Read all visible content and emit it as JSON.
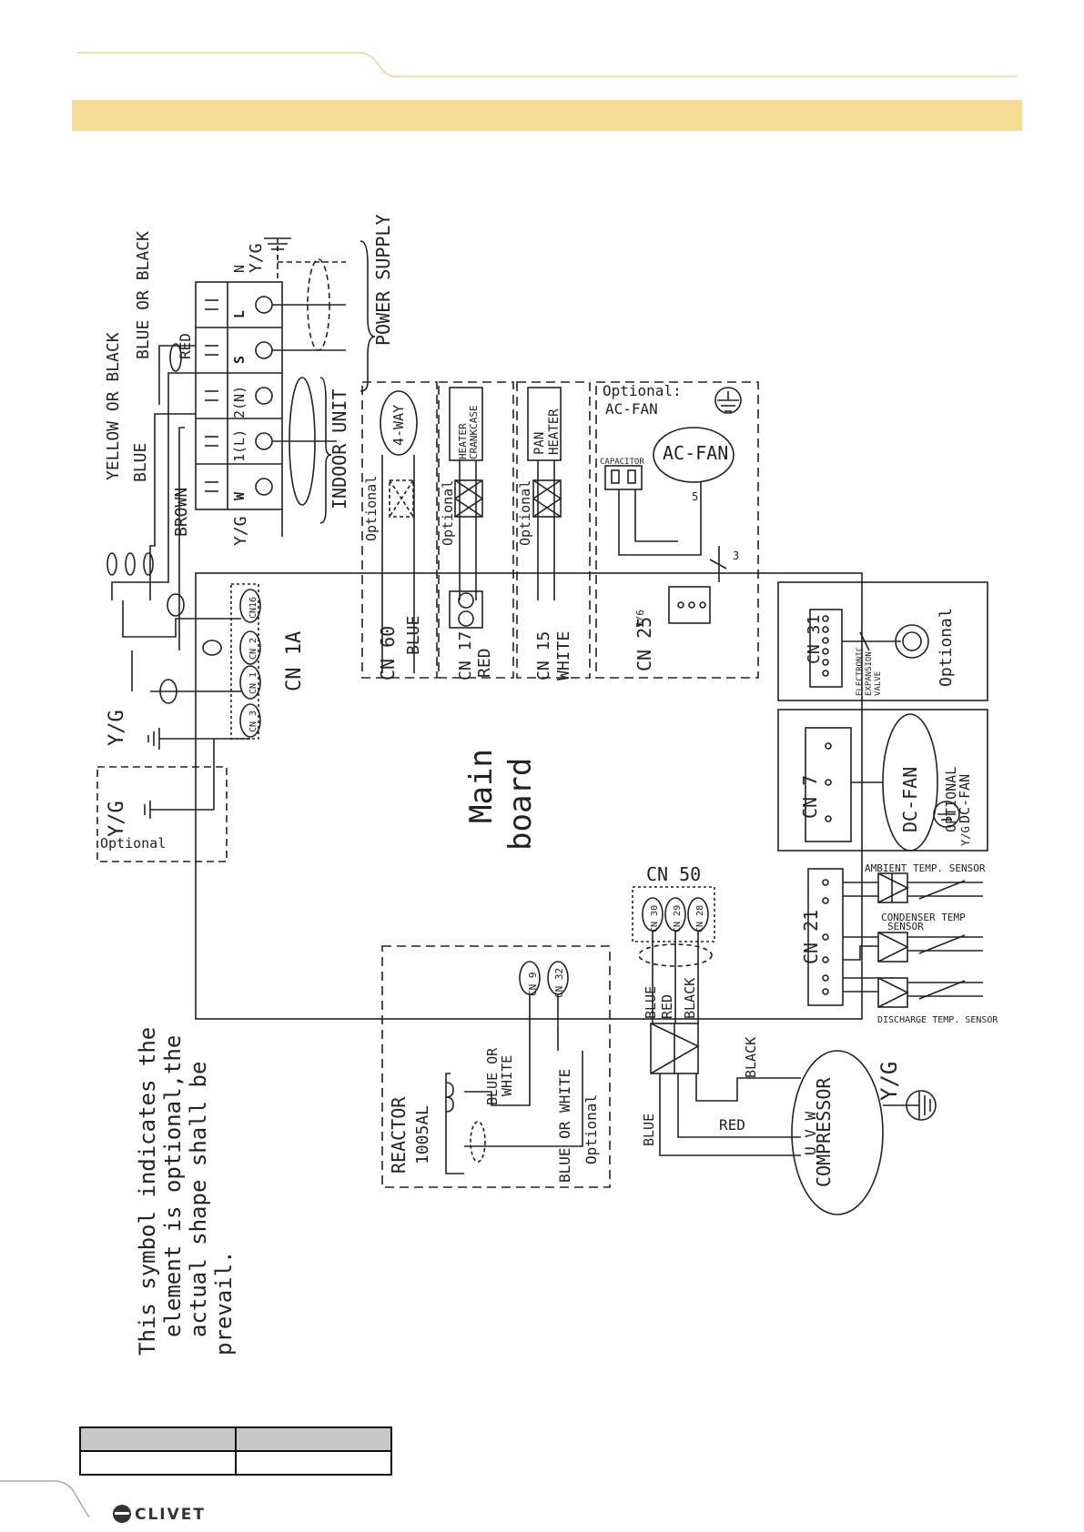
{
  "labels": {
    "yellow_or_black": "YELLOW OR BLACK",
    "blue_or_black": "BLUE OR BLACK",
    "red": "RED",
    "blue": "BLUE",
    "brown": "BROWN",
    "yg": "Y/G",
    "power_supply": "POWER SUPPLY",
    "indoor_unit": "INDOOR UNIT",
    "term_w": "W",
    "term_1": "1(L)",
    "term_2": "2(N)",
    "term_s": "S",
    "term_l": "L",
    "term_n": "N",
    "optional_acfan": "Optional:",
    "ac_fan": "AC-FAN",
    "acfan_title": "AC-FAN",
    "capacitor": "CAPACITOR",
    "four_way": "4-WAY",
    "heater_crankcase_1": "HEATER",
    "heater_crankcase_2": "CRANKCASE",
    "pan_heater_1": "PAN",
    "pan_heater_2": "HEATER",
    "optional": "Optional",
    "cn60": "CN 60",
    "cn60_color": "BLUE",
    "cn17": "CN 17",
    "cn17_color": "RED",
    "cn15": "CN 15",
    "cn15_color": "WHITE",
    "cn25": "CN 25",
    "cn31": "CN 31",
    "eev_1": "ELECTRONIC",
    "eev_2": "EXPANSION",
    "eev_3": "VALVE",
    "cn1a": "CN 1A",
    "cn16": "CN16",
    "cn2": "CN 2",
    "cn1": "CN 1",
    "cn3": "CN 3",
    "main": "Main",
    "board": "board",
    "cn7": "CN 7",
    "dc_fan": "DC-FAN",
    "optional_dcfan_1": "OPTIONAL",
    "optional_dcfan_2": "DC-FAN",
    "cn50": "CN 50",
    "cn30": "CN 30",
    "cn29": "CN 29",
    "cn28": "CN 28",
    "cn21": "CN 21",
    "ambient": "AMBIENT TEMP. SENSOR",
    "condenser_1": "CONDENSER TEMP",
    "condenser_2": "SENSOR",
    "discharge": "DISCHARGE TEMP. SENSOR",
    "cn9": "CN 9",
    "cn32": "CN 32",
    "reactor": "REACTOR",
    "reactor_code": "1005AL",
    "blue_or_white": "BLUE OR",
    "white": "WHITE",
    "blue_or_white_full": "BLUE OR WHITE",
    "black": "BLACK",
    "red_wire": "RED",
    "compressor": "COMPRESSOR",
    "uvw": "U V W",
    "five": "5",
    "three": "3",
    "five_six": "5/6",
    "note_1": "This symbol indicates the",
    "note_2": "element is  optional,the",
    "note_3": "actual shape shall be",
    "note_4": "prevail.",
    "brand": "CLIVET"
  },
  "colors": {
    "accent": "#f5dc94",
    "accent_line": "#ecd58d",
    "ink": "#222222"
  }
}
